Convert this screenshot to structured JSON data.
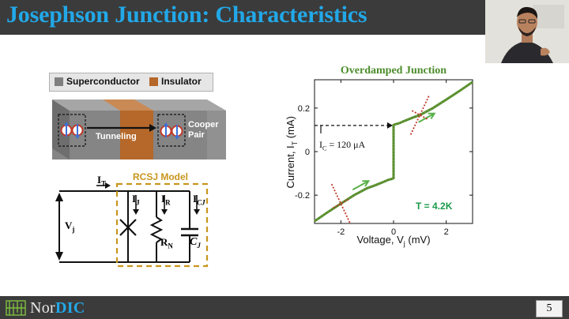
{
  "slide": {
    "title": "Josephson Junction: Characteristics",
    "page_number": "5",
    "footer_logo_prefix": "Nor",
    "footer_logo_suffix": "DIC"
  },
  "junction_diagram": {
    "legend_superconductor": "Superconductor",
    "legend_insulator": "Insulator",
    "tunneling_label": "Tunneling",
    "cooper_pair_line1": "Cooper",
    "cooper_pair_line2": "Pair",
    "superconductor_color": "#808080",
    "insulator_color": "#b5682a"
  },
  "circuit": {
    "title": "RCSJ Model",
    "current_total": "I",
    "current_total_sub": "T",
    "current_junction": "I",
    "current_junction_sub": "J",
    "current_resistor": "I",
    "current_resistor_sub": "R",
    "current_capacitor": "I",
    "current_capacitor_sub": "CJ",
    "voltage": "V",
    "voltage_sub": "j",
    "resistor": "R",
    "resistor_sub": "N",
    "capacitor": "C",
    "capacitor_sub": "J",
    "box_color": "#c8961e"
  },
  "chart_data": {
    "type": "line",
    "title": "Overdamped Junction",
    "xlabel": "Voltage, V",
    "xlabel_sub": "j",
    "xlabel_unit": " (mV)",
    "ylabel": "Current, I",
    "ylabel_sub": "T",
    "ylabel_unit": " (mA)",
    "xlim": [
      -3,
      3
    ],
    "ylim": [
      -0.33,
      0.33
    ],
    "xticks": [
      -2,
      0,
      2
    ],
    "xtick_labels": [
      "-2",
      "0",
      "2"
    ],
    "yticks": [
      -0.2,
      0,
      0.2
    ],
    "ytick_labels": [
      "-0.2",
      "0",
      "0.2"
    ],
    "series": [
      {
        "color": "#4c8c2b",
        "x": [
          -3.0,
          -2.5,
          -2.0,
          -1.5,
          -1.0,
          -0.7,
          -0.4,
          -0.2,
          -0.05,
          0.0,
          0.0,
          0.05,
          0.2,
          0.4,
          0.7,
          1.0,
          1.5,
          2.0,
          2.5,
          3.0
        ],
        "y": [
          -0.32,
          -0.278,
          -0.239,
          -0.2,
          -0.168,
          -0.155,
          -0.14,
          -0.13,
          -0.125,
          -0.122,
          0.122,
          0.125,
          0.13,
          0.14,
          0.155,
          0.168,
          0.2,
          0.239,
          0.278,
          0.32
        ]
      }
    ],
    "critical_current_label": "I",
    "critical_current_sub": "C",
    "critical_current_value": " = 120 μA",
    "critical_current_y": 0.12,
    "temperature_label": "T = 4.2K",
    "temperature_color": "#1a9a4a",
    "arrow_color": "#5ab04a",
    "tangent_color": "#c0392b"
  }
}
